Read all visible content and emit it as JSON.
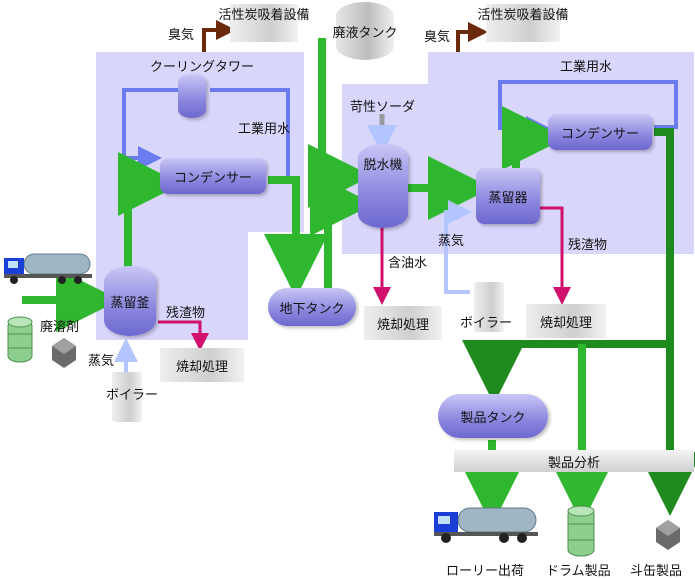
{
  "equipment": {
    "cooling_tower": "クーリングタワー",
    "condenser_left": "コンデンサー",
    "still": "蒸留釜",
    "underground_tank": "地下タンク",
    "waste_tank": "廃液タンク",
    "dehydrator": "脱水機",
    "distiller": "蒸留器",
    "condenser_right": "コンデンサー",
    "product_tank": "製品タンク"
  },
  "facilities": {
    "carbon_adsorption_left": "活性炭吸着設備",
    "carbon_adsorption_right": "活性炭吸着設備",
    "incineration_1": "焼却処理",
    "incineration_2": "焼却処理",
    "incineration_3": "焼却処理",
    "boiler_left": "ボイラー",
    "boiler_right": "ボイラー",
    "product_analysis": "製品分析"
  },
  "labels": {
    "odor_left": "臭気",
    "odor_right": "臭気",
    "industrial_water_left": "工業用水",
    "industrial_water_right": "工業用水",
    "waste_solvent": "廃溶剤",
    "residue_left": "残渣物",
    "residue_right": "残渣物",
    "steam_left": "蒸気",
    "steam_right": "蒸気",
    "caustic_soda": "苛性ソーダ",
    "oily_water": "含油水"
  },
  "outputs": {
    "lorry": "ローリー出荷",
    "drum": "ドラム製品",
    "can": "斗缶製品"
  },
  "colors": {
    "area": "#d9d6fb",
    "equipment": "#8f8be0",
    "green_flow": "#3cc83c",
    "dark_green_flow": "#1f8a1f",
    "water": "#6b7bf0",
    "odor": "#6b2a0c",
    "residue": "#d0106a",
    "steam": "#b4c6ff"
  }
}
